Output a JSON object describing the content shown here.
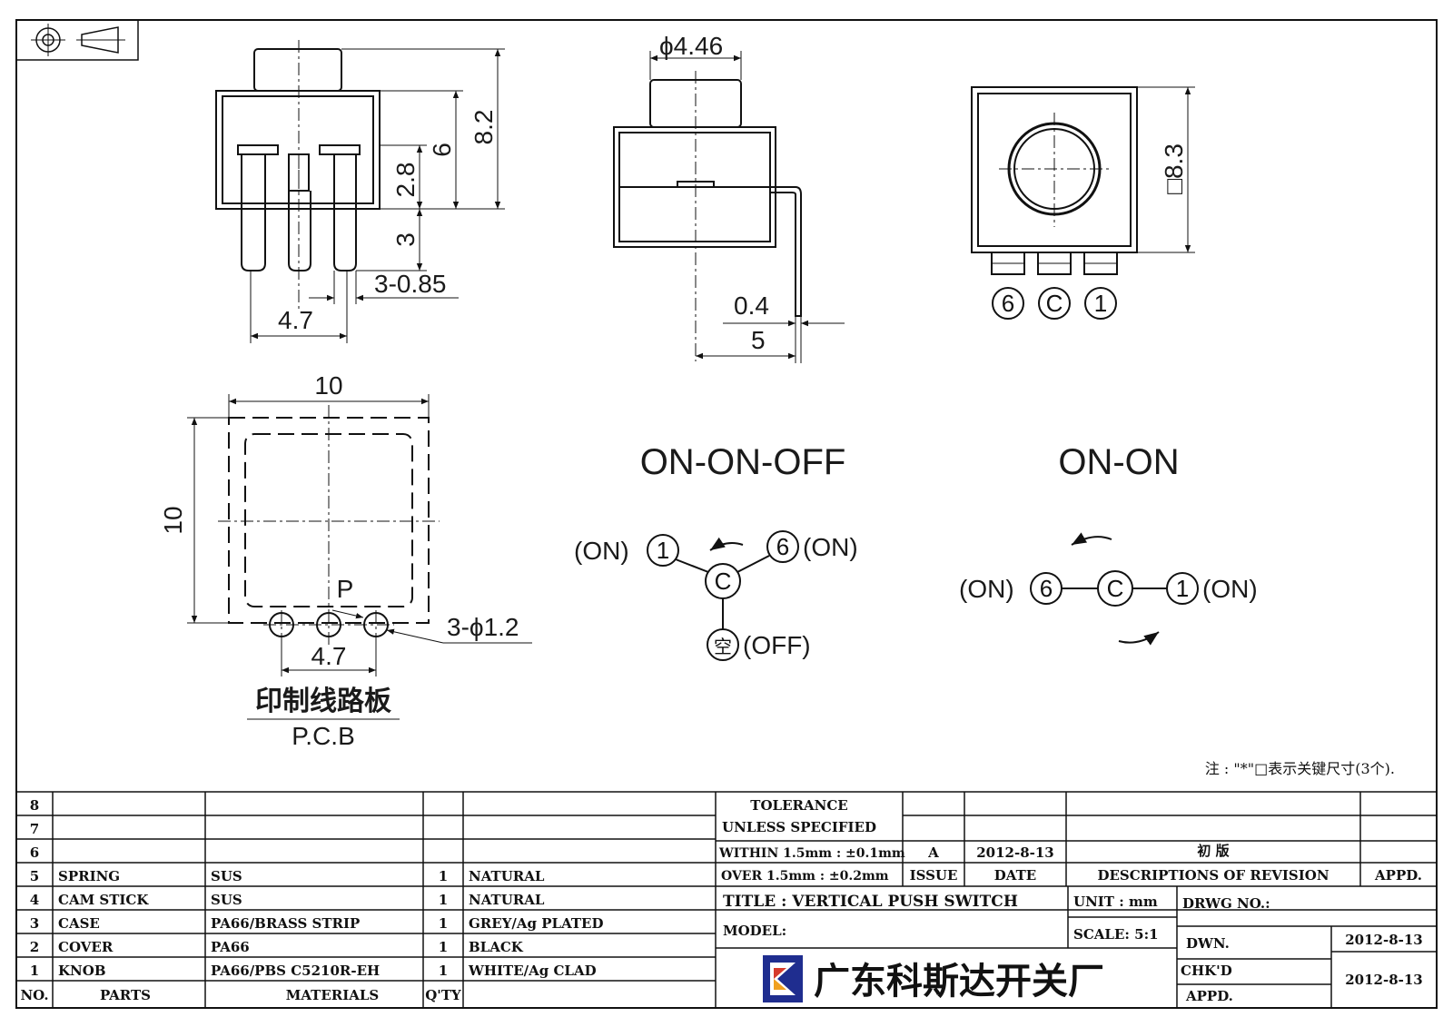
{
  "drawing": {
    "title_block": {
      "tolerance_line1": "TOLERANCE",
      "tolerance_line2": "UNLESS  SPECIFIED",
      "within": "WITHIN 1.5mm : ±0.1mm",
      "over": "OVER 1.5mm : ±0.2mm",
      "issue_value": "A",
      "issue_date": "2012-8-13",
      "revision_text": "初 版",
      "issue_label": "ISSUE",
      "date_label": "DATE",
      "desc_label": "DESCRIPTIONS OF REVISION",
      "appd_label": "APPD.",
      "title": "TITLE :  VERTICAL PUSH SWITCH",
      "unit": "UNIT :  mm",
      "drwg_no": "DRWG NO.:",
      "model": "MODEL:",
      "scale": "SCALE:  5:1",
      "dwn_label": "DWN.",
      "dwn_date": "2012-8-13",
      "chkd_label": "CHK'D",
      "chkd_date": "2012-8-13",
      "appd_label2": "APPD.",
      "company": "广东科斯达开关厂"
    },
    "bom_header": {
      "no": "NO.",
      "parts": "PARTS",
      "materials": "MATERIALS",
      "qty": "Q'TY"
    },
    "bom": [
      {
        "no": "8",
        "part": "",
        "material": "",
        "qty": "",
        "finish": ""
      },
      {
        "no": "7",
        "part": "",
        "material": "",
        "qty": "",
        "finish": ""
      },
      {
        "no": "6",
        "part": "",
        "material": "",
        "qty": "",
        "finish": ""
      },
      {
        "no": "5",
        "part": "SPRING",
        "material": "SUS",
        "qty": "1",
        "finish": "NATURAL"
      },
      {
        "no": "4",
        "part": "CAM STICK",
        "material": "SUS",
        "qty": "1",
        "finish": "NATURAL"
      },
      {
        "no": "3",
        "part": "CASE",
        "material": "PA66/BRASS STRIP",
        "qty": "1",
        "finish": "GREY/Ag PLATED"
      },
      {
        "no": "2",
        "part": "COVER",
        "material": "PA66",
        "qty": "1",
        "finish": "BLACK"
      },
      {
        "no": "1",
        "part": "KNOB",
        "material": "PA66/PBS C5210R-EH",
        "qty": "1",
        "finish": "WHITE/Ag CLAD"
      }
    ],
    "note": "注 : \"*\"□表示关键尺寸(3个).",
    "dimensions": {
      "total_height": "8.2",
      "body_height": "6",
      "lower_height": "2.8",
      "pin_length": "3",
      "pin_width": "3-0.85",
      "pin_pitch": "4.7",
      "knob_dia": "ϕ4.46",
      "pin_thickness": "0.4",
      "pin_offset": "5",
      "body_square": "□8.3",
      "pcb_width": "10",
      "pcb_height": "10",
      "hole_dia": "3-ϕ1.2",
      "hole_pitch": "4.7",
      "pcb_p": "P"
    },
    "pcb_label_cn": "印制线路板",
    "pcb_label_en": "P.C.B",
    "pins_view": [
      "6",
      "C",
      "1"
    ],
    "schematic_left": {
      "title": "ON-ON-OFF",
      "left": "(ON)",
      "right": "(ON)",
      "bottom": "(OFF)",
      "pin1": "1",
      "pin6": "6",
      "pinc": "C",
      "pin_empty": "空"
    },
    "schematic_right": {
      "title": "ON-ON",
      "left": "(ON)",
      "right": "(ON)",
      "pin6": "6",
      "pinc": "C",
      "pin1": "1"
    }
  }
}
